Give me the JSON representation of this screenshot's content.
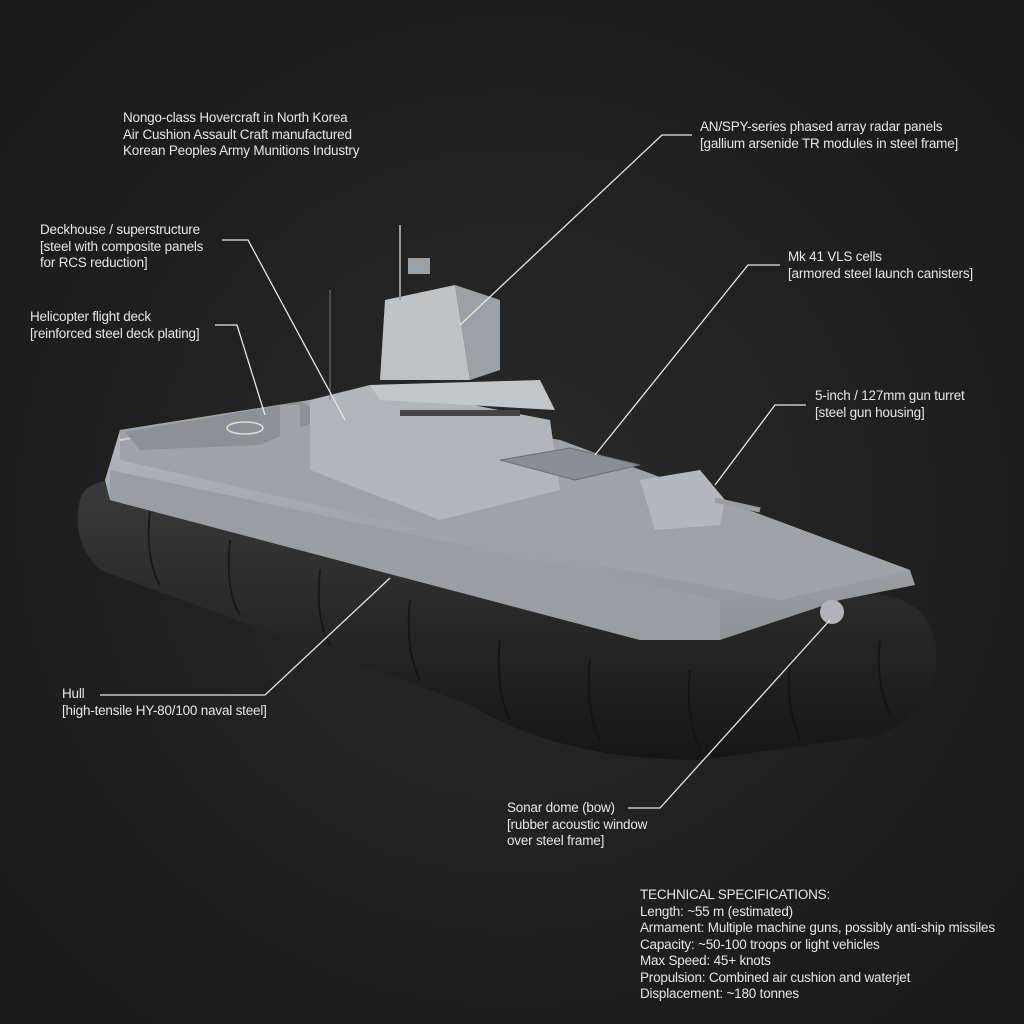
{
  "title": {
    "lines": [
      "Nongo-class Hovercraft in North Korea",
      "Air Cushion Assault Craft manufactured",
      "Korean Peoples Army Munitions Industry"
    ]
  },
  "callouts": {
    "deckhouse": {
      "lines": [
        "Deckhouse / superstructure",
        "[steel with composite panels",
        "for RCS reduction]"
      ]
    },
    "helideck": {
      "lines": [
        "Helicopter flight deck",
        "[reinforced steel deck plating]"
      ]
    },
    "radar": {
      "lines": [
        "AN/SPY-series phased array radar panels",
        "[gallium arsenide TR modules in steel frame]"
      ]
    },
    "vls": {
      "lines": [
        "Mk 41 VLS cells",
        "[armored steel launch canisters]"
      ]
    },
    "gun": {
      "lines": [
        "5-inch / 127mm gun turret",
        "[steel gun housing]"
      ]
    },
    "hull": {
      "lines": [
        "Hull",
        "[high-tensile HY-80/100 naval steel]"
      ]
    },
    "sonar": {
      "lines": [
        "Sonar dome (bow)",
        "[rubber acoustic window",
        "over steel frame]"
      ]
    }
  },
  "specs": {
    "heading": "TECHNICAL SPECIFICATIONS:",
    "lines": [
      "Length: ~55 m (estimated)",
      "Armament: Multiple machine guns, possibly anti-ship missiles",
      "Capacity: ~50-100 troops or light vehicles",
      "Max Speed: 45+ knots",
      "Propulsion: Combined air cushion and waterjet",
      "Displacement: ~180 tonnes"
    ]
  },
  "colors": {
    "background": "#1f1f1f",
    "hull": "#a9adb1",
    "skirt": "#242424",
    "text": "#e6e6e6"
  }
}
